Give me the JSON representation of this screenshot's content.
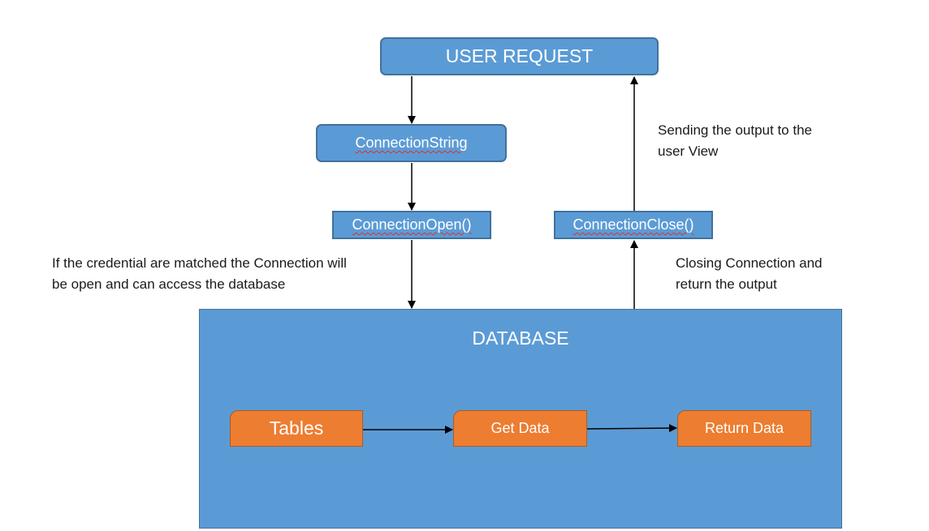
{
  "nodes": {
    "user_request": "USER REQUEST",
    "connection_string": "ConnectionString",
    "connection_open": "ConnectionOpen()",
    "connection_close": "ConnectionClose()",
    "database": "DATABASE",
    "tables": "Tables",
    "get_data": "Get Data",
    "return_data": "Return Data"
  },
  "notes": {
    "sending_output_line1": "Sending the output to the",
    "sending_output_line2": "user View",
    "credential_line1": "If the credential are matched the Connection will",
    "credential_line2": "be open and can access the database",
    "closing_line1": "Closing Connection and",
    "closing_line2": "return the output"
  },
  "colors": {
    "blue_fill": "#5b9bd5",
    "blue_border": "#41719c",
    "orange_fill": "#ed7d31",
    "orange_border": "#ae5a21",
    "arrow": "#000000"
  }
}
